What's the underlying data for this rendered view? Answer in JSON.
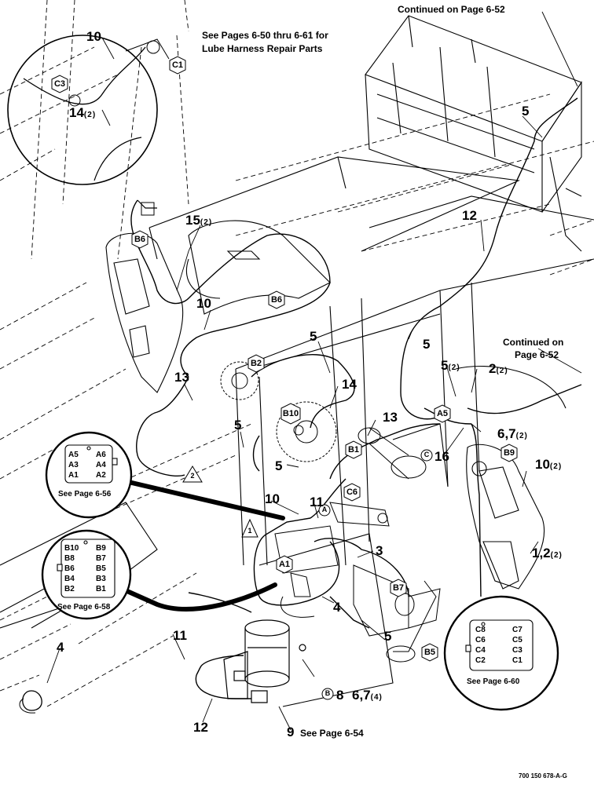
{
  "notes": {
    "continued_top": "Continued on Page 6-52",
    "see_pages_line1": "See Pages 6-50 thru 6-61 for",
    "see_pages_line2": "Lube Harness Repair Parts",
    "continued_right_line1": "Continued on",
    "continued_right_line2": "Page 6-52"
  },
  "callouts": [
    {
      "id": "c10a",
      "num": "10",
      "qty": ""
    },
    {
      "id": "c14a",
      "num": "14",
      "qty": "(2)"
    },
    {
      "id": "c5a",
      "num": "5",
      "qty": ""
    },
    {
      "id": "c15",
      "num": "15",
      "qty": "(2)"
    },
    {
      "id": "c12a",
      "num": "12",
      "qty": ""
    },
    {
      "id": "c10b",
      "num": "10",
      "qty": ""
    },
    {
      "id": "c5b",
      "num": "5",
      "qty": ""
    },
    {
      "id": "c5c",
      "num": "5",
      "qty": ""
    },
    {
      "id": "c13a",
      "num": "13",
      "qty": ""
    },
    {
      "id": "c14b",
      "num": "14",
      "qty": ""
    },
    {
      "id": "c52",
      "num": "5",
      "qty": "(2)"
    },
    {
      "id": "c22",
      "num": "2",
      "qty": "(2)"
    },
    {
      "id": "c5d",
      "num": "5",
      "qty": ""
    },
    {
      "id": "c13b",
      "num": "13",
      "qty": ""
    },
    {
      "id": "c67a",
      "num": "6,7",
      "qty": "(2)"
    },
    {
      "id": "c5e",
      "num": "5",
      "qty": ""
    },
    {
      "id": "c16",
      "num": "16",
      "qty": ""
    },
    {
      "id": "c102",
      "num": "10",
      "qty": "(2)"
    },
    {
      "id": "c10c",
      "num": "10",
      "qty": ""
    },
    {
      "id": "c11a",
      "num": "11",
      "qty": ""
    },
    {
      "id": "c3",
      "num": "3",
      "qty": ""
    },
    {
      "id": "c12b",
      "num": "1,2",
      "qty": "(2)"
    },
    {
      "id": "c4a",
      "num": "4",
      "qty": ""
    },
    {
      "id": "c5f",
      "num": "5",
      "qty": ""
    },
    {
      "id": "c11b",
      "num": "11",
      "qty": ""
    },
    {
      "id": "c4b",
      "num": "4",
      "qty": ""
    },
    {
      "id": "c8",
      "num": "8",
      "qty": ""
    },
    {
      "id": "c67b",
      "num": "6,7",
      "qty": "(4)"
    },
    {
      "id": "c12c",
      "num": "12",
      "qty": ""
    },
    {
      "id": "c9",
      "num": "9",
      "qty": ""
    }
  ],
  "c9_note": "See Page 6-54",
  "refs": {
    "C1": "C1",
    "C3": "C3",
    "B6a": "B6",
    "B6b": "B6",
    "B2": "B2",
    "B10": "B10",
    "B1": "B1",
    "C6": "C6",
    "A5": "A5",
    "B9": "B9",
    "C": "C",
    "A": "A",
    "A1": "A1",
    "B7": "B7",
    "B5": "B5",
    "B": "B",
    "tri1": "1",
    "tri2": "2"
  },
  "insets": {
    "a": {
      "pins": [
        [
          "A5",
          "A6"
        ],
        [
          "A3",
          "A4"
        ],
        [
          "A1",
          "A2"
        ]
      ],
      "see": "See Page 6-56"
    },
    "b": {
      "pins": [
        [
          "B10",
          "B9"
        ],
        [
          "B8",
          "B7"
        ],
        [
          "B6",
          "B5"
        ],
        [
          "B4",
          "B3"
        ],
        [
          "B2",
          "B1"
        ]
      ],
      "see": "See Page 6-58"
    },
    "c": {
      "pins": [
        [
          "C8",
          "C7"
        ],
        [
          "C6",
          "C5"
        ],
        [
          "C4",
          "C3"
        ],
        [
          "C2",
          "C1"
        ]
      ],
      "see": "See Page 6-60"
    }
  },
  "part_number": "700 150 678-A-G"
}
